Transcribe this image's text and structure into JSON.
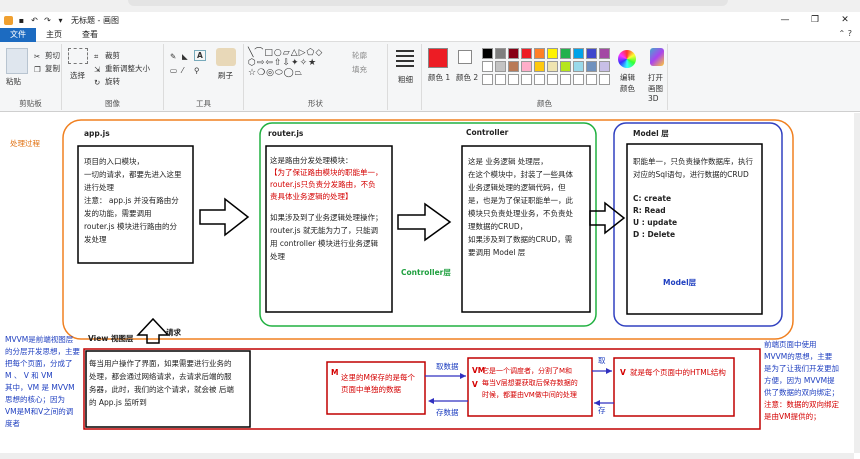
{
  "window": {
    "title": "无标题 - 画图"
  },
  "tabs": {
    "file": "文件",
    "home": "主页",
    "view": "查看"
  },
  "ribbon": {
    "clipboard": {
      "paste": "粘贴",
      "cut": "剪切",
      "copy": "复制",
      "label": "剪贴板"
    },
    "image": {
      "crop": "裁剪",
      "resize": "重新调整大小",
      "rotate": "旋转",
      "select": "选择",
      "label": "图像"
    },
    "tools": {
      "label": "工具",
      "brush": "刷子"
    },
    "shapes": {
      "outline": "轮廓",
      "fill": "填充",
      "label": "形状"
    },
    "size": {
      "label": "粗细"
    },
    "colors": {
      "color1": "颜色 1",
      "color2": "颜色 2",
      "edit": "编辑颜色",
      "paint3d": "打开画图 3D",
      "label": "颜色"
    },
    "palette": [
      "#000000",
      "#7f7f7f",
      "#880015",
      "#ed1c24",
      "#ff7f27",
      "#fff200",
      "#22b14c",
      "#00a2e8",
      "#3f48cc",
      "#a349a4",
      "#ffffff",
      "#c3c3c3",
      "#b97a57",
      "#ffaec9",
      "#ffc90e",
      "#efe4b0",
      "#b5e61d",
      "#99d9ea",
      "#7092be",
      "#c8bfe7"
    ],
    "color1_value": "#ed1c24",
    "color2_value": "#ffffff"
  },
  "diagram": {
    "process_label": "处理过程",
    "appjs": {
      "title": "app.js",
      "lines": [
        "项目的入口模块，",
        "一切的请求，都要先进入这里",
        "进行处理",
        "注意： app.js 并没有路由分",
        "发的功能，需要调用",
        "router.js 模块进行路由的分",
        "发处理"
      ]
    },
    "router": {
      "title": "router.js",
      "line1": "这是路由分发处理模块：",
      "red_lines": [
        "【为了保证路由模块的职能单一，",
        "router.js只负责分发路由，不负",
        "责具体业务逻辑的处理】"
      ],
      "lines": [
        "如果涉及到了业务逻辑处理操作；",
        "router.js 就无能为力了，只能调",
        "用 controller 模块进行业务逻辑",
        "处理"
      ]
    },
    "controller": {
      "title": "Controller",
      "layer": "Controller层",
      "lines": [
        "这是 业务逻辑 处理层，",
        "在这个模块中，封装了一些具体",
        "业务逻辑处理的逻辑代码，但",
        "是，也是为了保证职能单一，此",
        "模块只负责处理业务，不负责处",
        "理数据的CRUD，",
        "如果涉及到了数据的CRUD，需",
        "要调用 Model 层"
      ]
    },
    "model": {
      "title": "Model 层",
      "layer": "Model层",
      "lines": [
        "职能单一，只负责操作数据库，执行",
        "对应的Sql语句，进行数据的CRUD"
      ],
      "crud": [
        "C: create",
        "R: Read",
        "U : update",
        "D : Delete"
      ]
    },
    "view": {
      "title": "View 视图层",
      "request": "请求",
      "lines": [
        "每当用户操作了界面，如果需要进行业务的",
        "处理，都会通过网络请求，去请求后端的服",
        "务器，此时，我们的这个请求，就会被 后端",
        "的 App.js 监听到"
      ]
    },
    "mvvm_left": [
      "MVVM是前端视图层",
      "的分层开发思想，主要",
      "把每个页面，分成了",
      "M 、 V 和 VM",
      "其中，VM 是 MVVM",
      "思想的核心；因为",
      "VM是M和V之间的调",
      "度者"
    ],
    "mvvm_right": [
      "前端页面中使用",
      "MVVM的思想，主要",
      "是为了让我们开发更加",
      "方便，因为 MVVM提",
      "供了数据的双向绑定；",
      "注意：数据的双向绑定",
      "是由VM提供的；"
    ],
    "m_box": {
      "letter": "M",
      "lines": [
        "这里的M保存的是每个",
        "页面中单独的数据"
      ]
    },
    "vm_box": {
      "letter": "VM",
      "letter2": "V",
      "lines": [
        "它是一个调度者，分割了M和",
        "每当V层想要获取后保存数据的",
        "时候，都要由VM做中间的处理"
      ]
    },
    "v_box": {
      "letter": "V",
      "line": "就是每个页面中的HTML结构"
    },
    "arrows": {
      "get_data": "取数据",
      "save_data": "存数据",
      "get": "取",
      "save": "存"
    }
  }
}
